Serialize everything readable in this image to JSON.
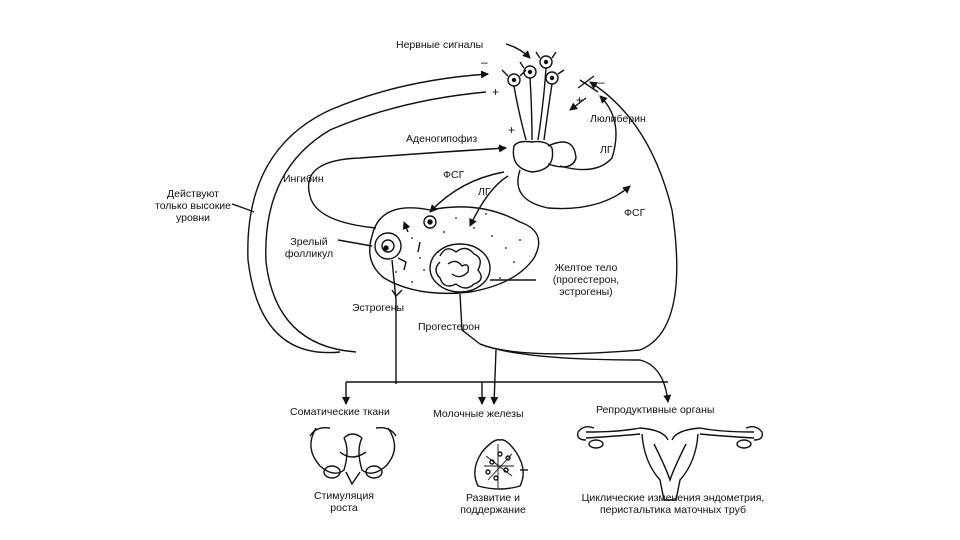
{
  "labels": {
    "nerve_signals": "Нервные сигналы",
    "adenohypophysis": "Аденогипофиз",
    "luliberin": "Люлиберин",
    "lh_top": "ЛГ",
    "fsh_right": "ФСГ",
    "fsh_center": "ФСГ",
    "lh_center": "ЛГ",
    "inhibin": "Ингибин",
    "high_levels_only": "Действуют только высокие уровни",
    "mature_follicle": "Зрелый фолликул",
    "corpus_luteum": "Желтое тело (прогестерон, эстрогены)",
    "estrogens": "Эстрогены",
    "progesterone": "Прогестерон",
    "somatic_tissues": "Соматические ткани",
    "mammary_glands": "Молочные железы",
    "reproductive_organs": "Репродуктивные органы",
    "growth_stimulation": "Стимуляция роста",
    "development_support": "Развитие и поддержание",
    "cyclic_changes": "Циклические изменения эндометрия, перистальтика маточных труб"
  },
  "signs": {
    "plus": "+",
    "minus": "–"
  },
  "colors": {
    "ink": "#111111",
    "background": "#ffffff"
  }
}
